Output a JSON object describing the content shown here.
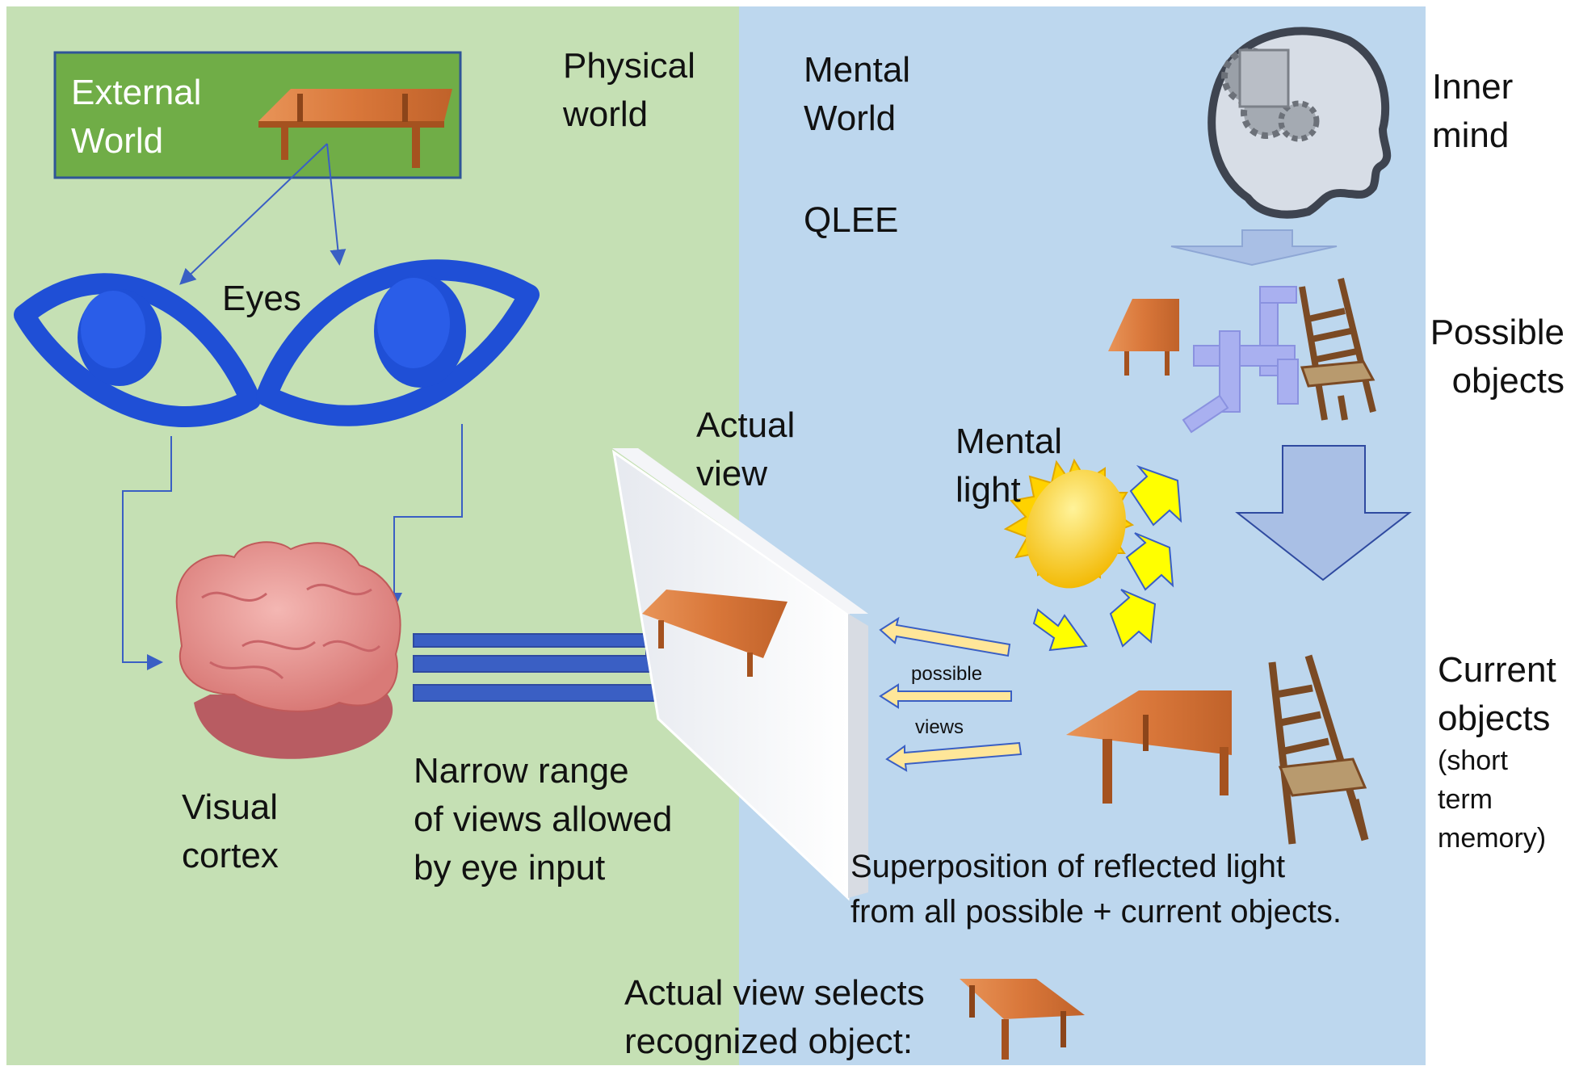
{
  "colors": {
    "physical_bg": "#c5e0b4",
    "mental_bg": "#bdd7ee",
    "external_box": "#70ad47",
    "eye_blue": "#1f4fd6",
    "arrow_blue": "#3a5fc4",
    "light_arrow": "#ffe699",
    "sun_yellow": "#ffd200",
    "table_wood": "#d9773a"
  },
  "labels": {
    "external_world": "External\nWorld",
    "physical_world": "Physical\nworld",
    "mental_world": "Mental\nWorld",
    "qlee": "QLEE",
    "inner_mind": "Inner\nmind",
    "eyes": "Eyes",
    "possible_objects": "Possible\nobjects",
    "actual_view": "Actual\nview",
    "mental_light": "Mental\nlight",
    "possible": "possible",
    "views": "views",
    "current_objects": "Current\nobjects",
    "short_term_memory": "(short\nterm\nmemory)",
    "visual_cortex": "Visual\ncortex",
    "narrow_range": "Narrow range\nof views allowed\nby eye input",
    "superposition": "Superposition of reflected light\nfrom all possible + current objects.",
    "actual_view_selects": "Actual view selects\nrecognized object:"
  },
  "icons": [
    "table-icon",
    "eye-icon",
    "brain-icon",
    "head-gears-icon",
    "chair-icon",
    "sun-icon",
    "screen-panel-icon",
    "abstract-blocks-icon"
  ]
}
